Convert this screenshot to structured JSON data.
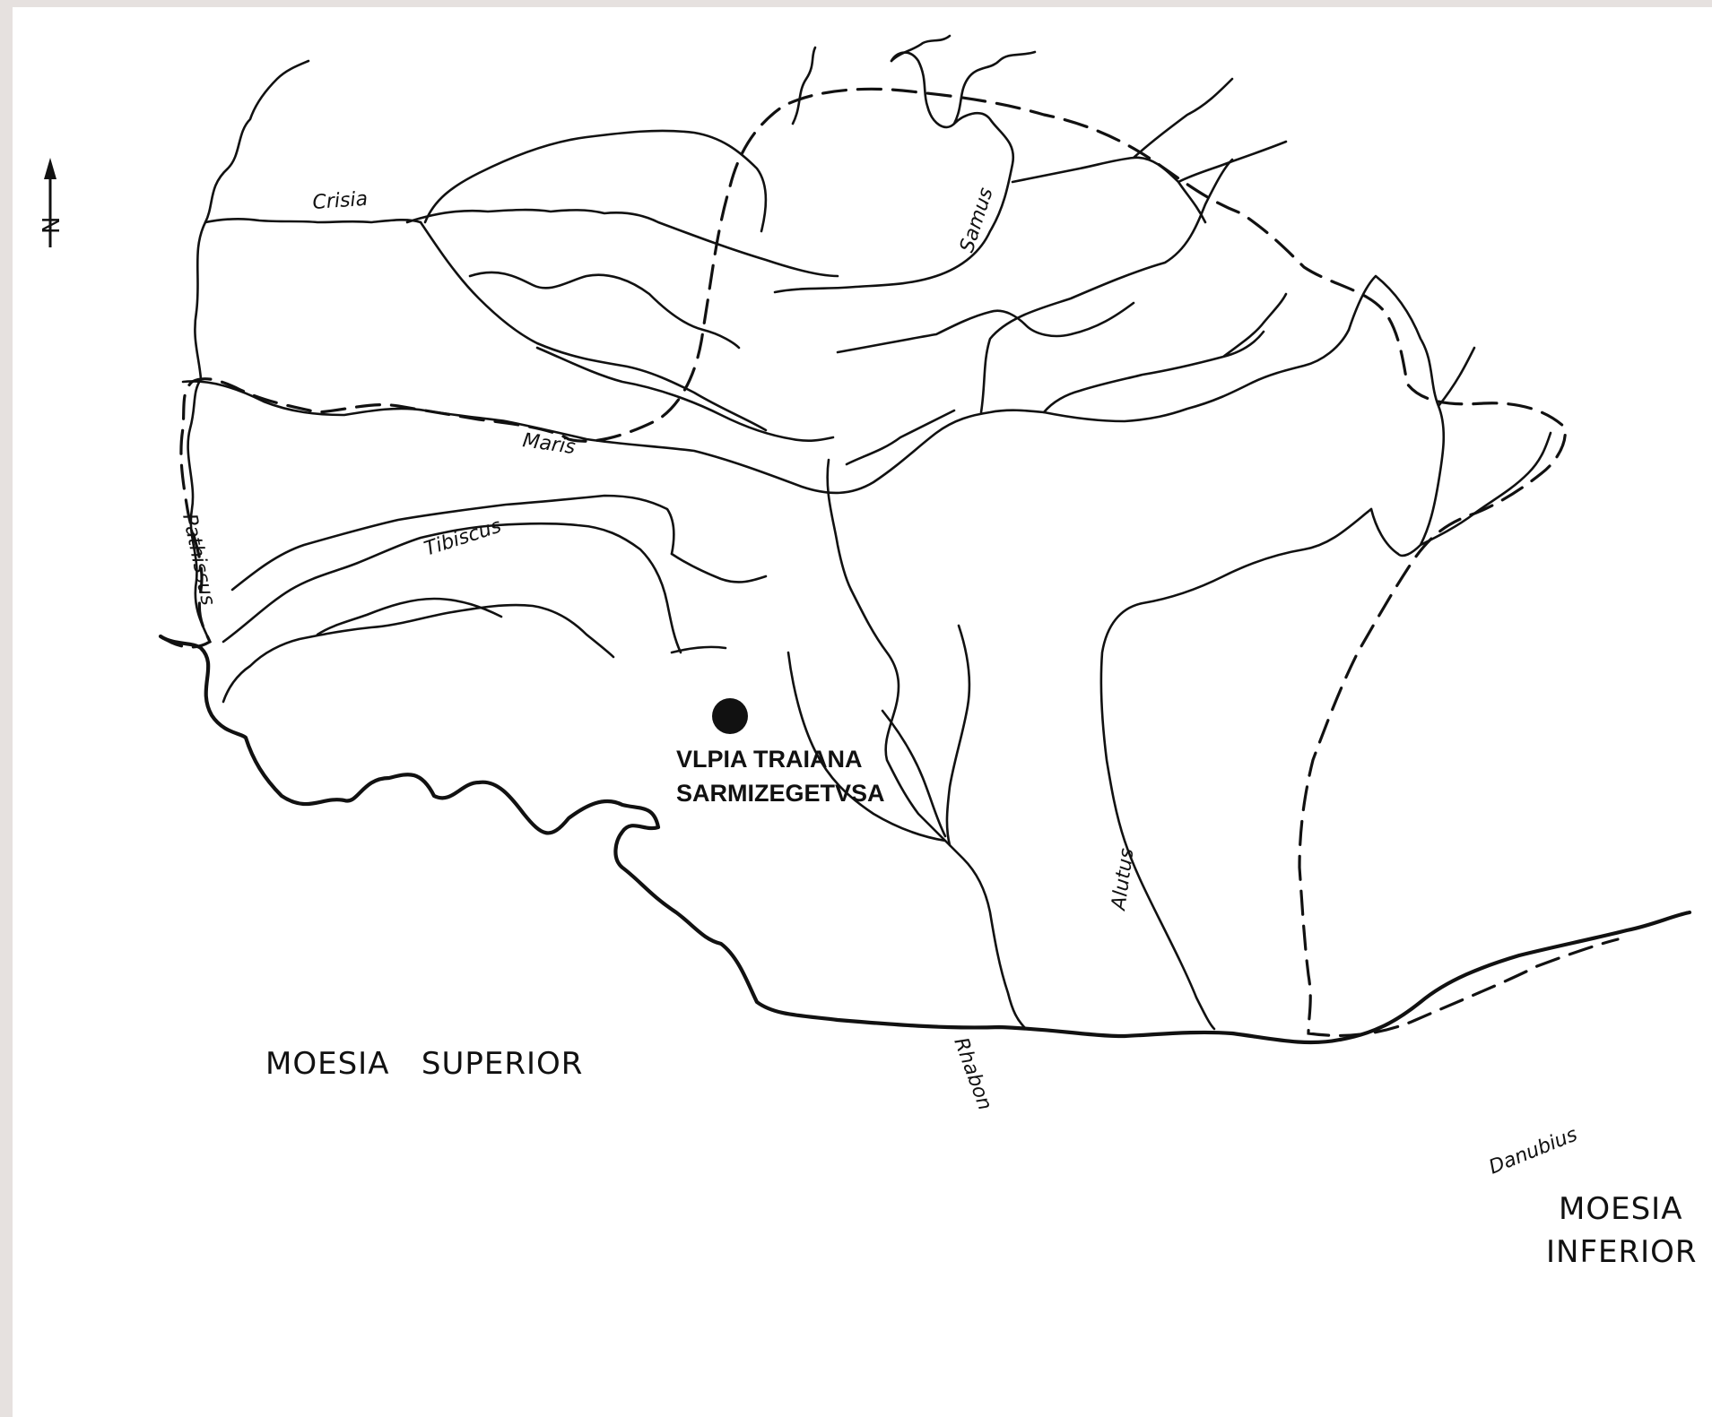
{
  "map": {
    "north_label": "N",
    "city": {
      "name_line1": "VLPIA TRAIANA",
      "name_line2": "SARMIZEGETVSA"
    },
    "rivers": {
      "crisia": "Crisia",
      "samus": "Samus",
      "maris": "Maris",
      "pathissus": "Pathissus",
      "tibiscus": "Tibiscus",
      "alutus": "Alutus",
      "rhabon": "Rhabon",
      "danubius": "Danubius"
    },
    "regions": {
      "moesia_superior": "MOESIA   SUPERIOR",
      "moesia_inferior_line1": "MOESIA",
      "moesia_inferior_line2": "INFERIOR"
    },
    "colors": {
      "ink": "#111111",
      "paper": "#ffffff",
      "border": "#e6e1df"
    }
  }
}
